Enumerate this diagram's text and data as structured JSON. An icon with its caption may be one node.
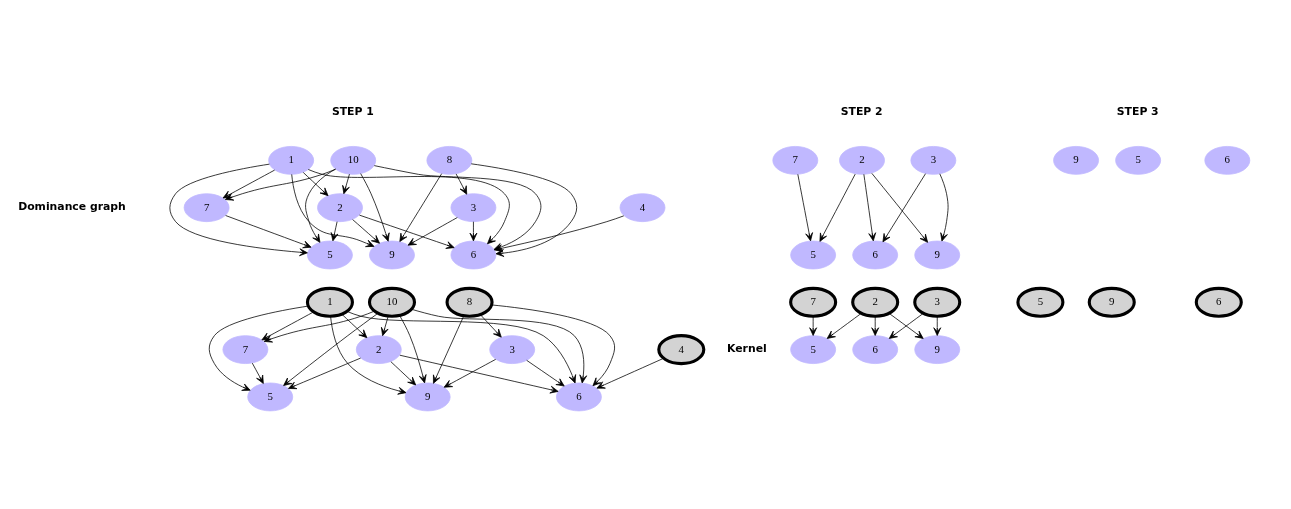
{
  "diagram": {
    "nodes": [
      {
        "text": [
          "1"
        ]
      },
      {
        "text": [
          "10"
        ]
      },
      {
        "text": [
          "8"
        ]
      },
      {
        "text": [
          "7"
        ]
      },
      {
        "text": [
          "2"
        ]
      },
      {
        "text": [
          "3"
        ]
      },
      {
        "text": [
          "4"
        ]
      },
      {
        "text": [
          "5"
        ]
      },
      {
        "text": [
          "9"
        ]
      },
      {
        "text": [
          "6"
        ]
      },
      {
        "text": [
          "7"
        ]
      },
      {
        "text": [
          "2"
        ]
      },
      {
        "text": [
          "3"
        ]
      },
      {
        "text": [
          "5"
        ]
      },
      {
        "text": [
          "9"
        ]
      },
      {
        "text": [
          "6"
        ]
      },
      {
        "text": [
          "5"
        ]
      },
      {
        "text": [
          "6"
        ]
      },
      {
        "text": [
          "9"
        ]
      },
      {
        "text": [
          "1"
        ]
      },
      {
        "text": [
          "10"
        ]
      },
      {
        "text": [
          "8"
        ]
      },
      {
        "text": [
          "7"
        ]
      },
      {
        "text": [
          "2"
        ]
      },
      {
        "text": [
          "3"
        ]
      },
      {
        "text": [
          "4"
        ]
      },
      {
        "text": [
          "5"
        ]
      },
      {
        "text": [
          "9"
        ]
      },
      {
        "text": [
          "6"
        ]
      },
      {
        "text": [
          "7"
        ]
      },
      {
        "text": [
          "2"
        ]
      },
      {
        "text": [
          "3"
        ]
      },
      {
        "text": [
          "5"
        ]
      },
      {
        "text": [
          "9"
        ]
      },
      {
        "text": [
          "6"
        ]
      },
      {
        "text": [
          "5"
        ]
      },
      {
        "text": [
          "6"
        ]
      },
      {
        "text": [
          "9"
        ]
      }
    ],
    "edges": [
      {
        "from": 0,
        "to": 3,
        "arrow": "to"
      },
      {
        "from": 0,
        "to": 7,
        "arrow": "to"
      },
      {
        "from": 0,
        "to": 8,
        "arrow": "to"
      },
      {
        "from": 0,
        "to": 4,
        "arrow": "to"
      },
      {
        "from": 0,
        "to": 9,
        "arrow": "to"
      },
      {
        "from": 1,
        "to": 3,
        "arrow": "to"
      },
      {
        "from": 1,
        "to": 7,
        "arrow": "to"
      },
      {
        "from": 1,
        "to": 4,
        "arrow": "to"
      },
      {
        "from": 1,
        "to": 8,
        "arrow": "to"
      },
      {
        "from": 1,
        "to": 9,
        "arrow": "to"
      },
      {
        "from": 2,
        "to": 8,
        "arrow": "to"
      },
      {
        "from": 2,
        "to": 5,
        "arrow": "to"
      },
      {
        "from": 2,
        "to": 9,
        "arrow": "to"
      },
      {
        "from": 3,
        "to": 7,
        "arrow": "to"
      },
      {
        "from": 4,
        "to": 7,
        "arrow": "to"
      },
      {
        "from": 4,
        "to": 8,
        "arrow": "to"
      },
      {
        "from": 4,
        "to": 9,
        "arrow": "to"
      },
      {
        "from": 5,
        "to": 8,
        "arrow": "to"
      },
      {
        "from": 5,
        "to": 9,
        "arrow": "to"
      },
      {
        "from": 6,
        "to": 9,
        "arrow": "to"
      },
      {
        "from": 10,
        "to": 13,
        "arrow": "to"
      },
      {
        "from": 11,
        "to": 13,
        "arrow": "to"
      },
      {
        "from": 11,
        "to": 14,
        "arrow": "to"
      },
      {
        "from": 11,
        "to": 15,
        "arrow": "to"
      },
      {
        "from": 12,
        "to": 14,
        "arrow": "to"
      },
      {
        "from": 12,
        "to": 15,
        "arrow": "to"
      },
      {
        "from": 19,
        "to": 22,
        "arrow": "to"
      },
      {
        "from": 19,
        "to": 26,
        "arrow": "to"
      },
      {
        "from": 19,
        "to": 27,
        "arrow": "to"
      },
      {
        "from": 19,
        "to": 23,
        "arrow": "to"
      },
      {
        "from": 19,
        "to": 28,
        "arrow": "to"
      },
      {
        "from": 20,
        "to": 22,
        "arrow": "to"
      },
      {
        "from": 20,
        "to": 26,
        "arrow": "to"
      },
      {
        "from": 20,
        "to": 23,
        "arrow": "to"
      },
      {
        "from": 20,
        "to": 27,
        "arrow": "to"
      },
      {
        "from": 20,
        "to": 28,
        "arrow": "to"
      },
      {
        "from": 21,
        "to": 27,
        "arrow": "to"
      },
      {
        "from": 21,
        "to": 24,
        "arrow": "to"
      },
      {
        "from": 21,
        "to": 28,
        "arrow": "to"
      },
      {
        "from": 22,
        "to": 26,
        "arrow": "to"
      },
      {
        "from": 23,
        "to": 26,
        "arrow": "to"
      },
      {
        "from": 23,
        "to": 27,
        "arrow": "to"
      },
      {
        "from": 23,
        "to": 28,
        "arrow": "to"
      },
      {
        "from": 24,
        "to": 27,
        "arrow": "to"
      },
      {
        "from": 24,
        "to": 28,
        "arrow": "to"
      },
      {
        "from": 25,
        "to": 28,
        "arrow": "to"
      },
      {
        "from": 29,
        "to": 32,
        "arrow": "to"
      },
      {
        "from": 30,
        "to": 32,
        "arrow": "to"
      },
      {
        "from": 30,
        "to": 33,
        "arrow": "to"
      },
      {
        "from": 30,
        "to": 34,
        "arrow": "to"
      },
      {
        "from": 31,
        "to": 33,
        "arrow": "to"
      },
      {
        "from": 31,
        "to": 34,
        "arrow": "to"
      }
    ],
    "labels": [
      "STEP 1",
      "STEP 2",
      "STEP 3",
      "Dominance graph",
      "Kernel"
    ]
  }
}
